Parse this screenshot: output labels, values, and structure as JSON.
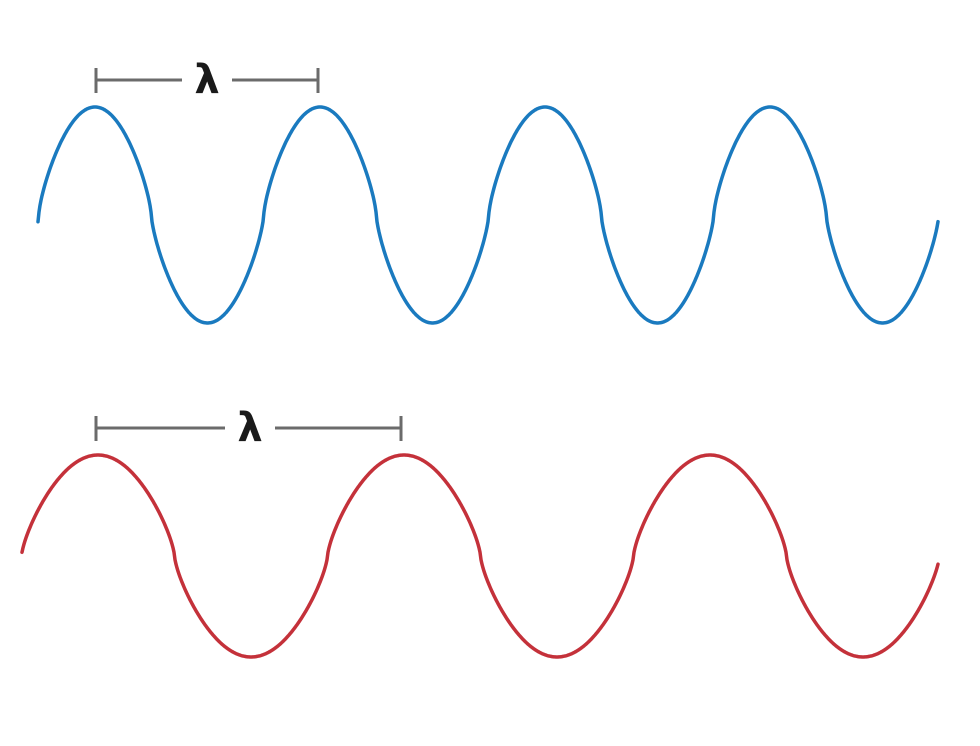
{
  "waves": [
    {
      "id": "short-wave",
      "color": "#1a7abf",
      "cycles_shown": 4,
      "bracket_label": "λ"
    },
    {
      "id": "long-wave",
      "color": "#c4313a",
      "cycles_shown": 3,
      "bracket_label": "λ"
    }
  ],
  "bracket_color": "#6b6b6b"
}
